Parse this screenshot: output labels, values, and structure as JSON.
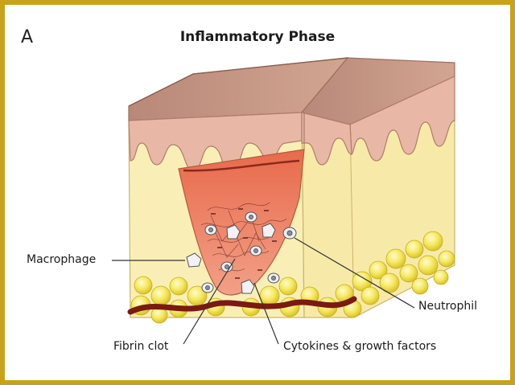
{
  "figure": {
    "panel_letter": "A",
    "title": "Inflammatory Phase"
  },
  "labels": {
    "macrophage": "Macrophage",
    "neutrophil": "Neutrophil",
    "fibrin_clot": "Fibrin clot",
    "cytokines": "Cytokines & growth factors"
  },
  "colors": {
    "frame": "#c9a21c",
    "skin_top": "#c79a86",
    "epidermis": "#e6b3a2",
    "dermis": "#f8eeb4",
    "fat": "#f4e55a",
    "wound": "#e0775a",
    "scab": "#8b2a1c",
    "vessel": "#7a1a12"
  }
}
